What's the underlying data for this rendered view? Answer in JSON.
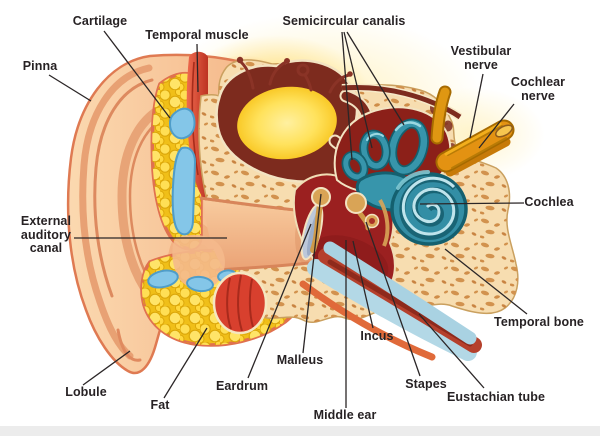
{
  "diagram": {
    "subject": "Human ear anatomy cross-section",
    "labels": {
      "cartilage": {
        "text": "Cartilage"
      },
      "temporal_muscle": {
        "text": "Temporal muscle"
      },
      "semicircular_canals": {
        "text": "Semicircular canalis"
      },
      "pinna": {
        "text": "Pinna"
      },
      "vestibular_nerve": {
        "lines": [
          "Vestibular",
          "nerve"
        ]
      },
      "cochlear_nerve": {
        "lines": [
          "Cochlear",
          "nerve"
        ]
      },
      "cochlea": {
        "text": "Cochlea"
      },
      "temporal_bone": {
        "text": "Temporal bone"
      },
      "external_auditory_canal": {
        "lines": [
          "External",
          "auditory",
          "canal"
        ]
      },
      "lobule": {
        "text": "Lobule"
      },
      "fat": {
        "text": "Fat"
      },
      "eardrum": {
        "text": "Eardrum"
      },
      "malleus": {
        "text": "Malleus"
      },
      "incus": {
        "text": "Incus"
      },
      "middle_ear": {
        "text": "Middle ear"
      },
      "stapes": {
        "text": "Stapes"
      },
      "eustachian_tube": {
        "text": "Eustachian tube"
      }
    },
    "colors": {
      "background": "#ffffff",
      "label_text": "#272224",
      "leader_line": "#2b2627",
      "skin": "#f6c094",
      "skin_outline": "#df7a52",
      "fat_yellow": "#f0bf18",
      "cartilage_blue": "#84c6e8",
      "muscle_red": "#d8402e",
      "bone_cream": "#f7ddb0",
      "bone_speckle": "#d2924e",
      "cranial_maroon": "#7d2b1e",
      "middle_ear_red": "#9b2020",
      "ossicle_gold": "#d9a456",
      "eardrum_gray": "#bcc8da",
      "inner_ear_teal": "#3795ab",
      "nerve_orange": "#e39212",
      "tube_blue": "#abd4e4",
      "tube_red": "#b5402c"
    }
  }
}
